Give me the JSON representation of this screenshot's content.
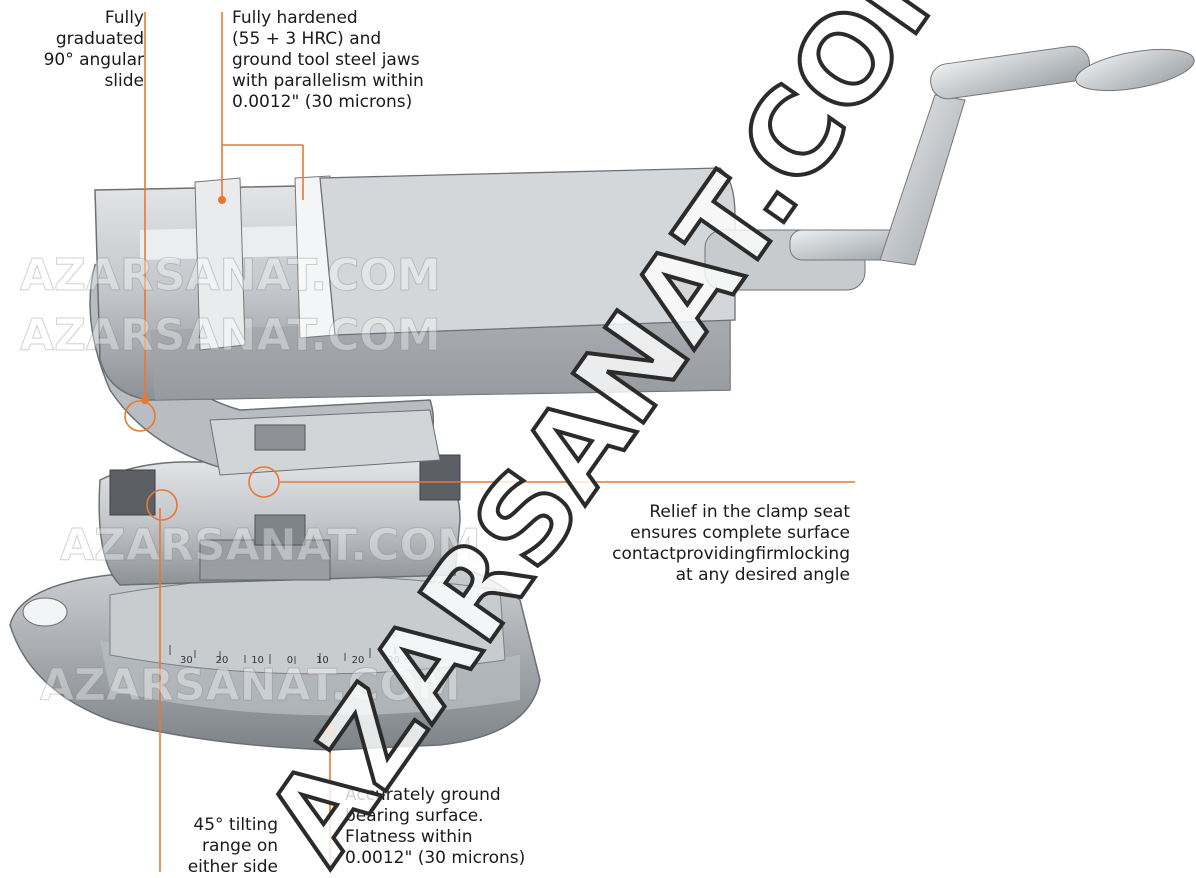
{
  "colors": {
    "callout": "#e8782f",
    "steel_light": "#d9dcdf",
    "steel_mid": "#a9adb2",
    "steel_dark": "#6e7378"
  },
  "callouts": {
    "slide": "Fully\ngraduated\n90° angular\nslide",
    "jaws": "Fully hardened\n(55 + 3 HRC) and\nground tool steel jaws\nwith parallelism within\n0.0012\" (30 microns)",
    "relief": "Relief in the clamp seat\nensures complete surface\ncontactprovidingfirmlocking\nat any desired angle",
    "tilt": "45° tilting\nrange on\neither side",
    "bearing": "Accurately ground\nbearing surface.\nFlatness within\n0.0012\" (30 microns)"
  },
  "scale_numbers": [
    "30",
    "20",
    "10",
    "0",
    "10",
    "20",
    "30"
  ],
  "watermark": {
    "text": "AZARSANAT.COM",
    "big_text": "AZARSANAT.COM"
  }
}
